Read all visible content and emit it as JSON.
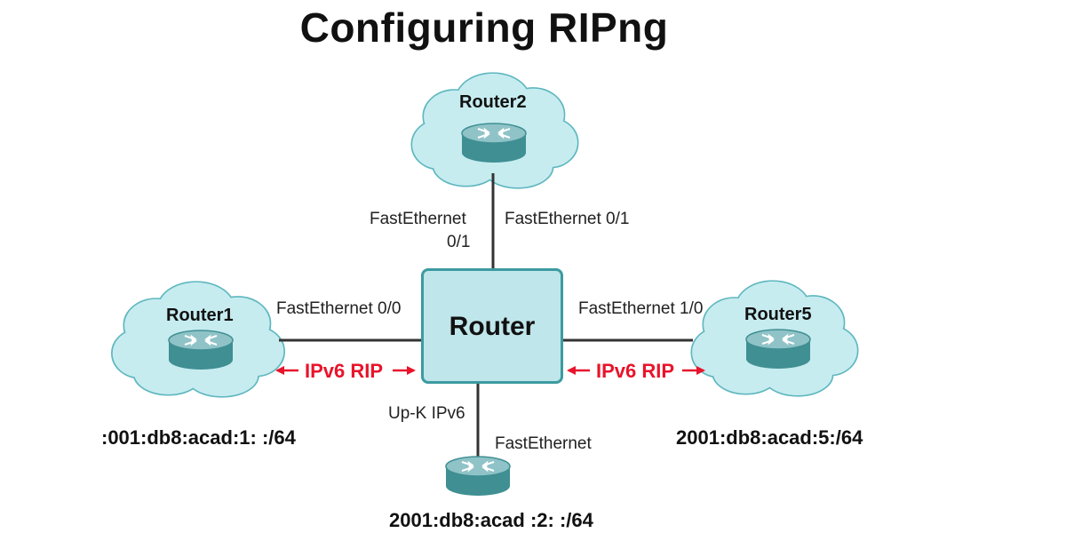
{
  "title": "Configuring RIPng",
  "center_router": {
    "label": "Router"
  },
  "routers": {
    "router2": {
      "name": "Router2"
    },
    "router1": {
      "name": "Router1",
      "address": ":001:db8:acad:1: :/64"
    },
    "router5": {
      "name": "Router5",
      "address": "2001:db8:acad:5:/64"
    },
    "bottom": {
      "address": "2001:db8:acad :2: :/64"
    }
  },
  "links": {
    "top_left_line1": "FastEthernet",
    "top_left_line2": "0/1",
    "top_right": "FastEthernet 0/1",
    "left": "FastEthernet 0/0",
    "right": "FastEthernet 1/0",
    "bottom_left": "Up-K IPv6",
    "bottom_right": "FastEthernet"
  },
  "protocol_labels": {
    "left": "IPv6 RIP",
    "right": "IPv6 RIP"
  },
  "colors": {
    "cloud_fill": "#c6ecf0",
    "cloud_stroke": "#5fb7bf",
    "router_top": "#8fc3c7",
    "router_side": "#3f8f93",
    "arrow_red": "#e8142b",
    "box_fill": "#bfe6ea",
    "box_stroke": "#3c9ba1"
  }
}
